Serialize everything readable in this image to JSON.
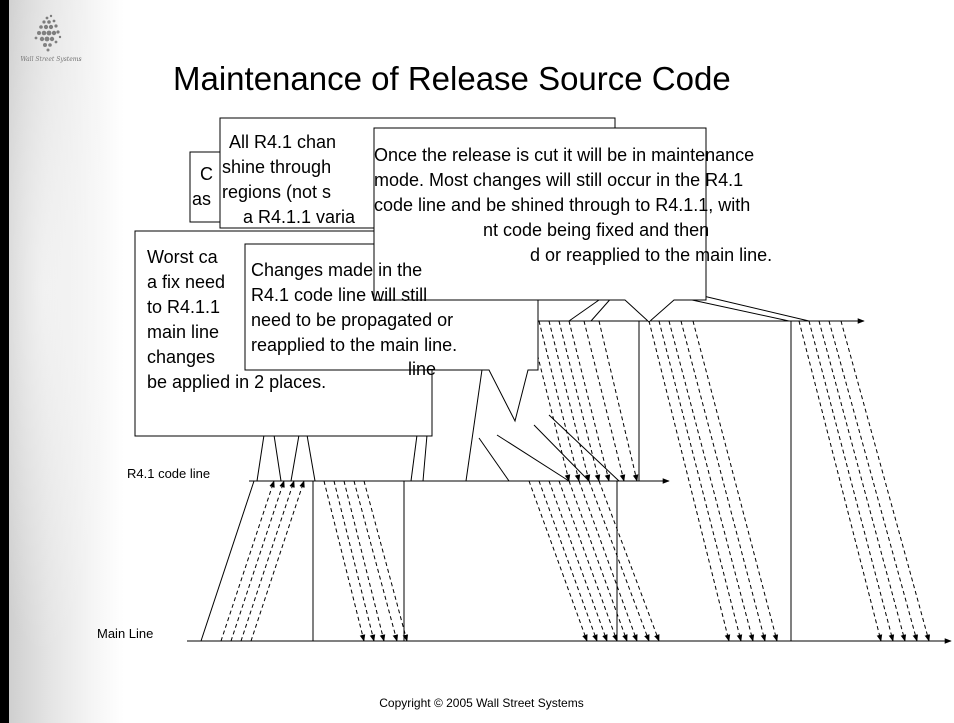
{
  "slide": {
    "title": "Maintenance of Release Source Code",
    "logo_text": "Wall Street Systems",
    "copyright": "Copyright © 2005 Wall Street Systems"
  },
  "diagram": {
    "line_labels": {
      "r411": "R4.1 code line",
      "main": "Main Line"
    },
    "callouts": {
      "c1_line1": "C",
      "c1_line2": "as",
      "c2_line1": "All R4.1 chan",
      "c2_line2": "shine through",
      "c2_line3": "regions (not s",
      "c2_line4": "a R4.1.1 varia",
      "c3_line1": "Worst ca",
      "c3_line2": "a fix need",
      "c3_line3": "to R4.1.1",
      "c3_line4": "main line",
      "c3_line5": "changes",
      "c3_line6": "be applied in 2 places.",
      "c3_fragment": "line",
      "c4_line1": "Changes made in the",
      "c4_line2": "R4.1 code line will still",
      "c4_line3": "need to be propagated or",
      "c4_line4": "reapplied to the main line.",
      "c5_line1": "Once the release is cut it will be in maintenance",
      "c5_line2": "mode. Most changes will still occur in the R4.1",
      "c5_line3": "code line and be shined through to R4.1.1, with",
      "c5_line4a": "nt code being fixed and then",
      "c5_line5a": "d or reapplied to the main line."
    }
  },
  "colors": {
    "background": "#ffffff",
    "frame": "#000000",
    "text": "#000000"
  }
}
